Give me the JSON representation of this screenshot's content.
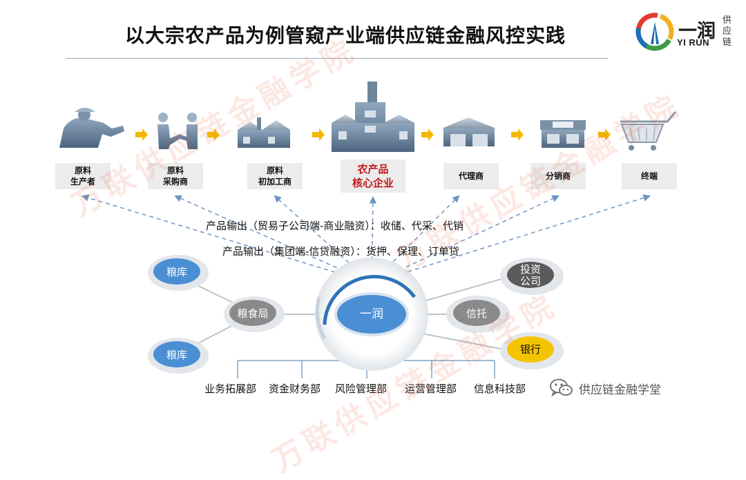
{
  "title": "以大宗农产品为例管窥产业端供应链金融风控实践",
  "logo": {
    "main": "一润",
    "sub": "YI RUN",
    "side": [
      "供",
      "应",
      "链"
    ]
  },
  "chain": [
    {
      "line1": "原料",
      "line2": "生产者"
    },
    {
      "line1": "原料",
      "line2": "采购商"
    },
    {
      "line1": "原料",
      "line2": "初加工商"
    },
    {
      "line1": "农产品",
      "line2": "核心企业"
    },
    {
      "line1": "代理商",
      "line2": ""
    },
    {
      "line1": "分销商",
      "line2": ""
    },
    {
      "line1": "终端",
      "line2": ""
    }
  ],
  "notes": {
    "trade": "产品输出（贸易子公司端-商业融资）：收储、代采、代销",
    "group": "产品输出（集团端-信贷融资）：货押、保理、订单贷"
  },
  "hub": {
    "label": "一润"
  },
  "nodes": {
    "granary_top": "粮库",
    "grain_bureau": "粮食局",
    "granary_bottom": "粮库",
    "investment_line1": "投资",
    "investment_line2": "公司",
    "trust": "信托",
    "bank": "银行"
  },
  "departments": [
    "业务拓展部",
    "资金财务部",
    "风险管理部",
    "运营管理部",
    "信息科技部"
  ],
  "watermark": {
    "text1": "万联供应链金融学院",
    "text2": "万联供应链金融学院",
    "text3": "万联供应链金融学院"
  },
  "footer": {
    "wechat_name": "供应链金融学堂"
  },
  "colors": {
    "arrow": "#f5b800",
    "dash": "#6d95c4",
    "blue_node": "#4a8fd4",
    "gray_node": "#8a8a8a",
    "dark_node": "#5a5a5a",
    "yellow_node": "#f5c400",
    "core_text": "#c0161a"
  }
}
